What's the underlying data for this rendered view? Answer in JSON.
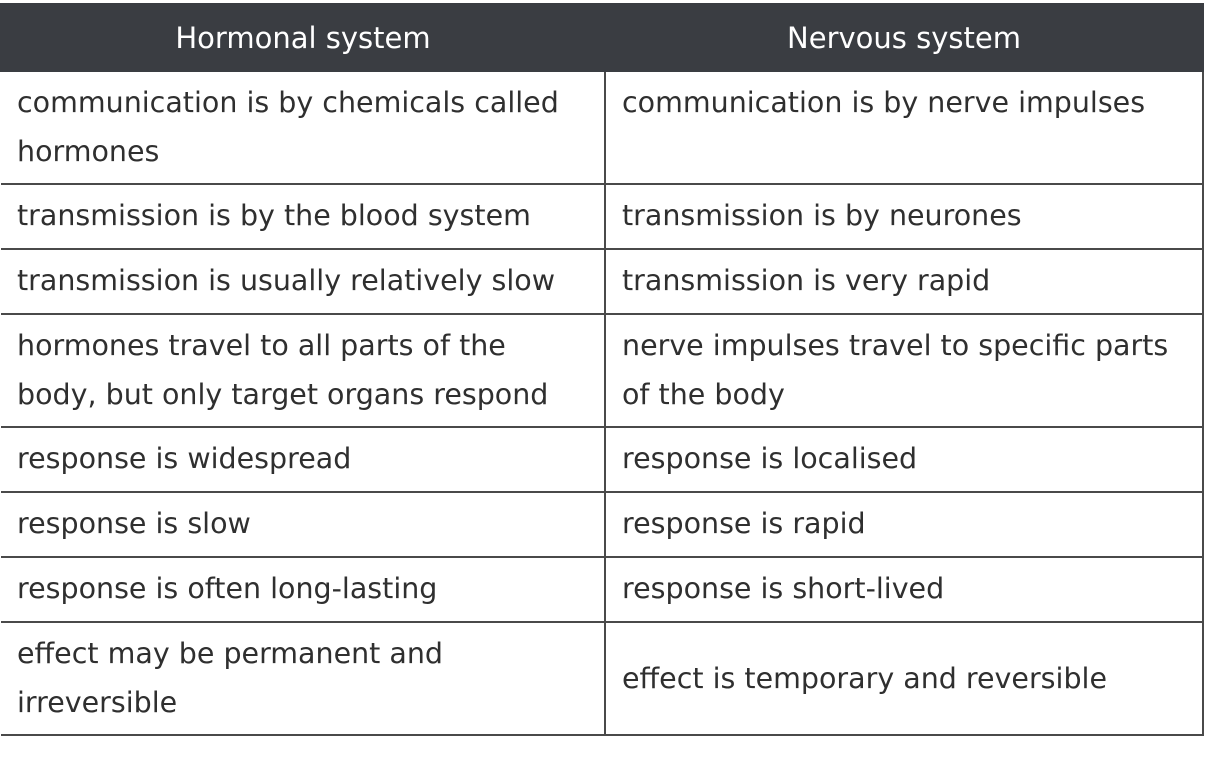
{
  "table": {
    "headers": [
      "Hormonal system",
      "Nervous system"
    ],
    "rows": [
      [
        "communication is by chemicals called hormones",
        "communication is by nerve impulses"
      ],
      [
        "transmission is by the blood system",
        "transmission is by neurones"
      ],
      [
        "transmission is usually relatively slow",
        "transmission is very rapid"
      ],
      [
        "hormones travel to all parts of the body, but only target organs respond",
        "nerve impulses travel to specific parts of the body"
      ],
      [
        "response is widespread",
        "response is localised"
      ],
      [
        "response is slow",
        "response is rapid"
      ],
      [
        "response is often long-lasting",
        "response is short-lived"
      ],
      [
        "effect may be permanent and irreversible",
        "effect is temporary and reversible"
      ]
    ]
  },
  "colors": {
    "header_background": "#3a3d42",
    "header_text": "#ffffff",
    "border": "#4a4a4a",
    "cell_text": "#2f2f2f"
  }
}
